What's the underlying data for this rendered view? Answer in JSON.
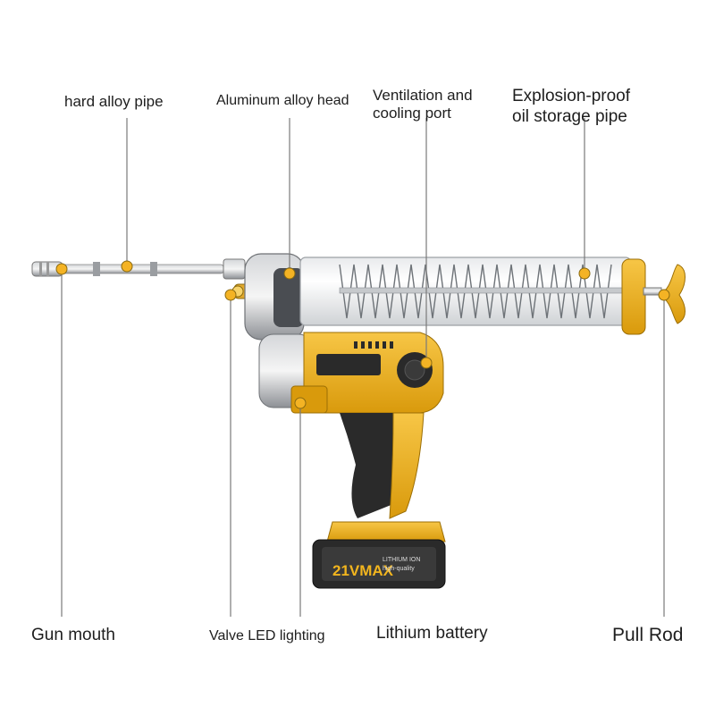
{
  "labels": {
    "hard_alloy_pipe": "hard alloy pipe",
    "aluminum_alloy_head": "Aluminum alloy head",
    "ventilation_port": "Ventilation and\ncooling port",
    "explosion_proof_pipe": "Explosion-proof\noil storage pipe",
    "gun_mouth": "Gun mouth",
    "valve_led": "Valve LED lighting",
    "lithium_battery": "Lithium battery",
    "pull_rod": "Pull Rod"
  },
  "battery": {
    "model": "21VMAX",
    "chem": "LITHIUM ION",
    "quality": "high-quality"
  },
  "colors": {
    "body_yellow": "#f2b51e",
    "body_black": "#2a2a2a",
    "metal": "#b9bcc0",
    "callout_dot": "#f4b324",
    "leader_line": "#7a7a7a"
  }
}
